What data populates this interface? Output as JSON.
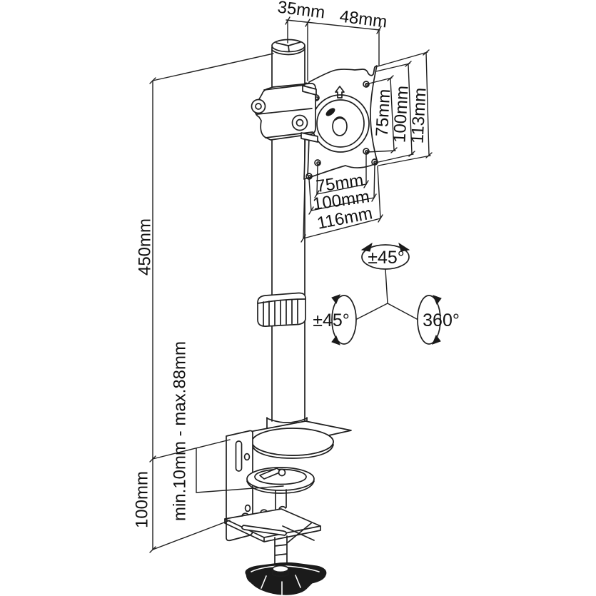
{
  "figure_title": "desk-mount-monitor-stand-dimension-diagram",
  "colors": {
    "background": "#ffffff",
    "line": "#1f1f1f",
    "knob_fill": "#1b1b1b"
  },
  "dimensions": {
    "pole_diameter": "35mm",
    "plate_offset": "48mm",
    "vesa_vertical": [
      "75mm",
      "100mm",
      "113mm"
    ],
    "vesa_horizontal": [
      "75mm",
      "100mm",
      "116mm"
    ],
    "pole_height": "450mm",
    "clamp_height": "100mm",
    "desk_thickness_range": "min.10mm - max.88mm"
  },
  "rotation": {
    "tilt": "±45°",
    "swivel": "±45°",
    "spin": "360°"
  }
}
